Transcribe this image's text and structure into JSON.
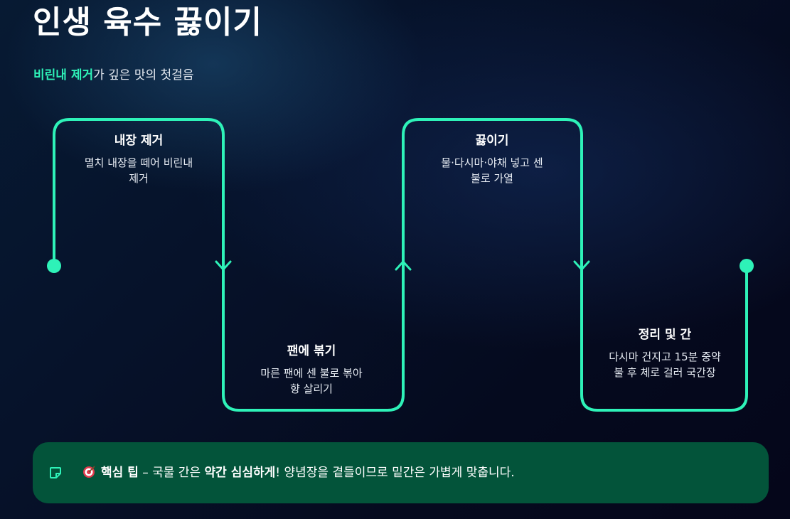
{
  "page": {
    "title": "인생 육수 끓이기",
    "subtitle_highlight": "비린내 제거",
    "subtitle_rest": "가 깊은 맛의 첫걸음"
  },
  "steps": [
    {
      "title": "내장 제거",
      "desc": "멸치 내장을 떼어 비린내 제거"
    },
    {
      "title": "팬에 볶기",
      "desc": "마른 팬에 센 불로 볶아 향 살리기"
    },
    {
      "title": "끓이기",
      "desc": "물·다시마·야채 넣고 센 불로 가열"
    },
    {
      "title": "정리 및 간",
      "desc": "다시마 건지고 15분 중약불 후 체로 걸러 국간장"
    }
  ],
  "tip": {
    "label": "핵심 팁",
    "dash": " – 국물 간은 ",
    "emphasis": "약간 심심하게",
    "rest": "! 양념장을 곁들이므로 밑간은 가볍게 맞춥니다.",
    "note_icon": "note-icon",
    "emoji_icon": "target-icon"
  },
  "colors": {
    "accent": "#2ef2b8",
    "tip_bg": "#03543a"
  }
}
